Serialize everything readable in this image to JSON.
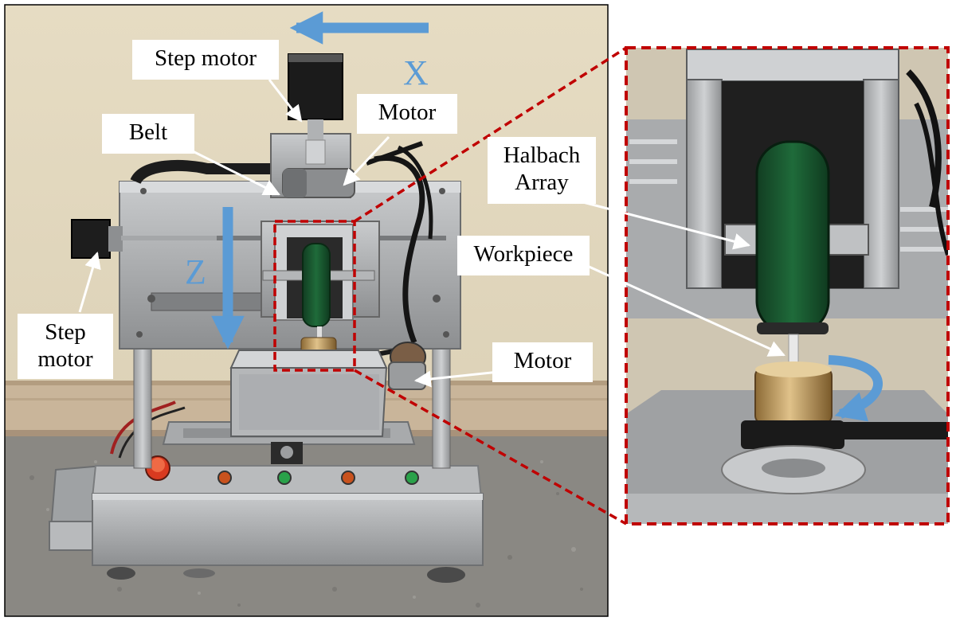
{
  "labels": {
    "step_motor_top": "Step motor",
    "motor_top": "Motor",
    "belt": "Belt",
    "step_motor_left": "Step\nmotor",
    "motor_right": "Motor",
    "halbach_array": "Halbach\nArray",
    "workpiece": "Workpiece"
  },
  "axes": {
    "x": "X",
    "z": "Z"
  },
  "colors": {
    "axis_arrow": "#5b9bd5",
    "callout_frame": "#c00000",
    "label_bg": "#ffffff",
    "leader_line": "#ffffff"
  }
}
